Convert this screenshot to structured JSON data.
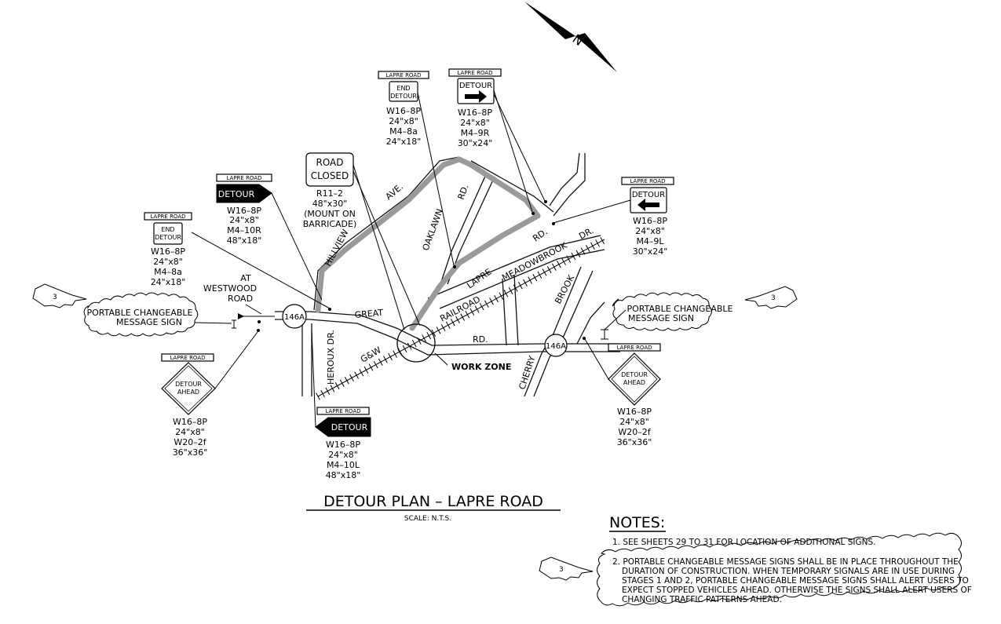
{
  "plan": {
    "title": "DETOUR PLAN – LAPRE ROAD",
    "scale": "SCALE: N.T.S.",
    "north_letter": "N"
  },
  "roads": {
    "hillview": "HILLVIEW",
    "ave": "AVE.",
    "oaklawn": "OAKLAWN",
    "oaklawn_rd": "RD.",
    "lapre": "LAPRE",
    "lapre_rd": "RD.",
    "meadowbrook": "MEADOWBROOK",
    "meadowbrook_dr": "DR.",
    "great": "GREAT",
    "railroad": "RAILROAD",
    "great_rd": "RD.",
    "brook": "BROOK",
    "cherry": "CHERRY",
    "heroux": "HEROUX DR.",
    "gw": "G&W",
    "route_left": "146A",
    "route_right": "146A",
    "at_westwood_1": "AT",
    "at_westwood_2": "WESTWOOD",
    "at_westwood_3": "ROAD",
    "work_zone": "WORK ZONE"
  },
  "signs": {
    "plate_text": "LAPRE ROAD",
    "detour": "DETOUR",
    "end": "END",
    "ahead": "AHEAD",
    "road": "ROAD",
    "closed": "CLOSED",
    "end_detour_left": [
      "W16–8P",
      "24\"x8\"",
      "M4–8a",
      "24\"x18\""
    ],
    "detour_right_black": [
      "W16–8P",
      "24\"x8\"",
      "M4–10R",
      "48\"x18\""
    ],
    "road_closed": [
      "R11–2",
      "48\"x30\"",
      "(MOUNT ON",
      "BARRICADE)"
    ],
    "end_detour_top": [
      "W16–8P",
      "24\"x8\"",
      "M4–8a",
      "24\"x18\""
    ],
    "detour_arrow_top": [
      "W16–8P",
      "24\"x8\"",
      "M4–9R",
      "30\"x24\""
    ],
    "detour_arrow_left": [
      "W16–8P",
      "24\"x8\"",
      "M4–9L",
      "30\"x24\""
    ],
    "detour_ahead_left": [
      "W16–8P",
      "24\"x8\"",
      "W20–2f",
      "36\"x36\""
    ],
    "detour_left_black": [
      "W16–8P",
      "24\"x8\"",
      "M4–10L",
      "48\"x18\""
    ],
    "detour_ahead_right": [
      "W16–8P",
      "24\"x8\"",
      "W20–2f",
      "36\"x36\""
    ]
  },
  "pcms": {
    "left_1": "PORTABLE CHANGEABLE",
    "left_2": "MESSAGE SIGN",
    "right_1": "PORTABLE CHANGEABLE",
    "right_2": "MESSAGE SIGN",
    "note_ref": "3"
  },
  "notes": {
    "heading": "NOTES:",
    "note1": "1. SEE SHEETS 29 TO 31 FOR LOCATION OF ADDITIONAL SIGNS.",
    "note2": [
      "2. PORTABLE CHANGEABLE MESSAGE SIGNS SHALL BE IN PLACE THROUGHOUT THE",
      "DURATION OF CONSTRUCTION. WHEN TEMPORARY SIGNALS ARE IN USE DURING",
      "STAGES 1 AND 2, PORTABLE CHANGEABLE MESSAGE SIGNS SHALL ALERT USERS TO",
      "EXPECT STOPPED VEHICLES AHEAD. OTHERWISE THE SIGNS SHALL ALERT USERS OF",
      "CHANGING TRAFFIC PATTERNS AHEAD."
    ]
  }
}
